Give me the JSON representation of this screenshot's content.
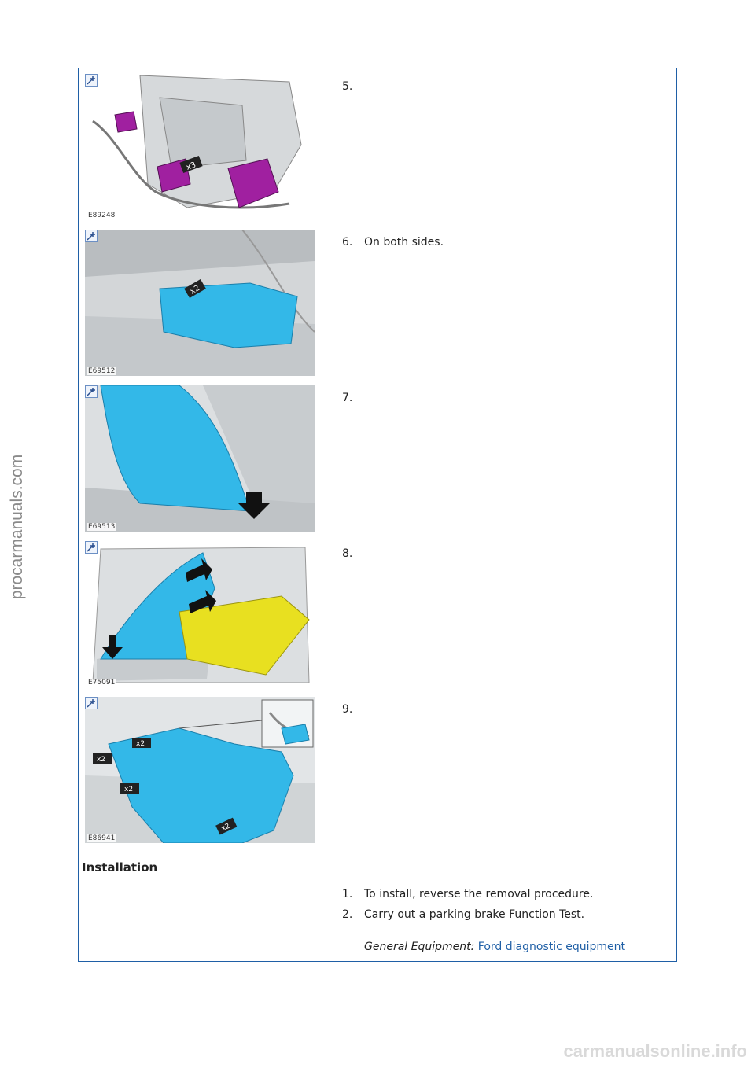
{
  "steps": [
    {
      "num": "5.",
      "text": "",
      "fig_id": "E89248"
    },
    {
      "num": "6.",
      "text": "On both sides.",
      "fig_id": "E69512"
    },
    {
      "num": "7.",
      "text": "",
      "fig_id": "E69513"
    },
    {
      "num": "8.",
      "text": "",
      "fig_id": "E75091"
    },
    {
      "num": "9.",
      "text": "",
      "fig_id": "E86941"
    }
  ],
  "installation": {
    "heading": "Installation",
    "items": [
      {
        "num": "1.",
        "text": "To install, reverse the removal procedure."
      },
      {
        "num": "2.",
        "text": "Carry out a parking brake Function Test."
      }
    ],
    "equipment_label": "General Equipment:",
    "equipment_link": "Ford diagnostic equipment"
  },
  "fastener_badges": {
    "step5": "x3",
    "step6": "x2",
    "step9": "x2"
  },
  "watermark": "procarmanuals.com",
  "footer": "carmanualsonline.info",
  "colors": {
    "frame": "#1f5fa6",
    "highlight_blue": "#33b8e8",
    "highlight_magenta": "#a020a0",
    "highlight_yellow": "#e8e020"
  }
}
